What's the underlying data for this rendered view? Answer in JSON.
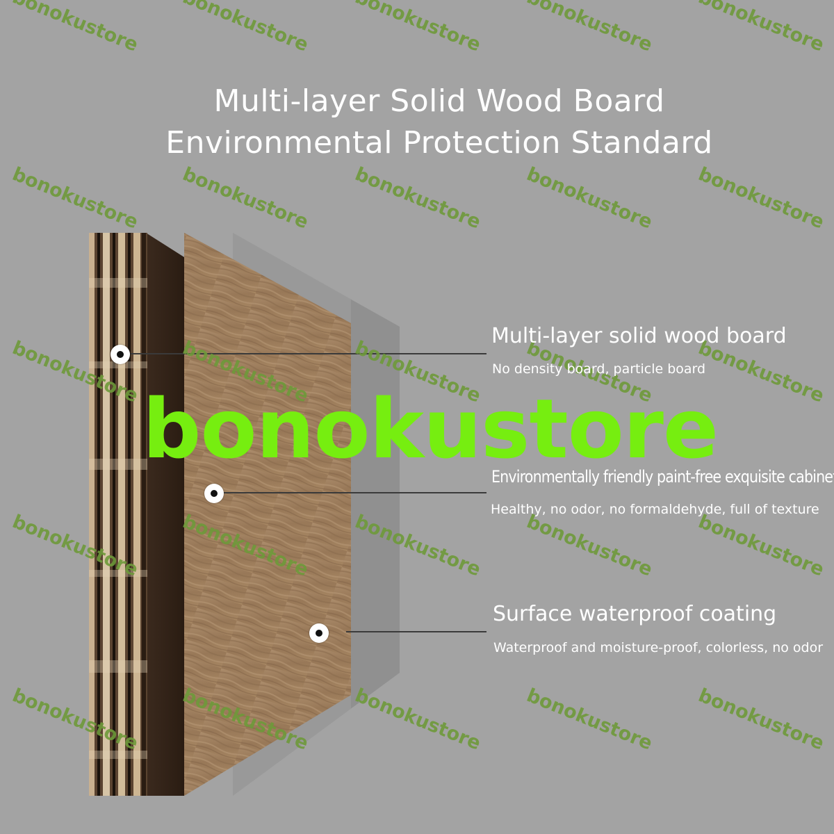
{
  "title": {
    "line1": "Multi-layer Solid Wood Board",
    "line2": "Environmental Protection Standard"
  },
  "watermark": {
    "text": "bonokustore",
    "big_text": "bonokustore",
    "color": "#6e9a3a",
    "big_color": "#76ee10"
  },
  "layers": [
    {
      "title": "Multi-layer solid wood board",
      "subtitle": "No density board, particle board"
    },
    {
      "title": "Environmentally friendly paint-free exquisite cabinet surface",
      "subtitle": "Healthy, no odor, no formaldehyde, full of texture"
    },
    {
      "title": "Surface waterproof coating",
      "subtitle": "Waterproof and moisture-proof, colorless, no odor"
    }
  ],
  "colors": {
    "background": "#a3a3a3",
    "text": "#ffffff",
    "coating": "#8e8e8e"
  }
}
